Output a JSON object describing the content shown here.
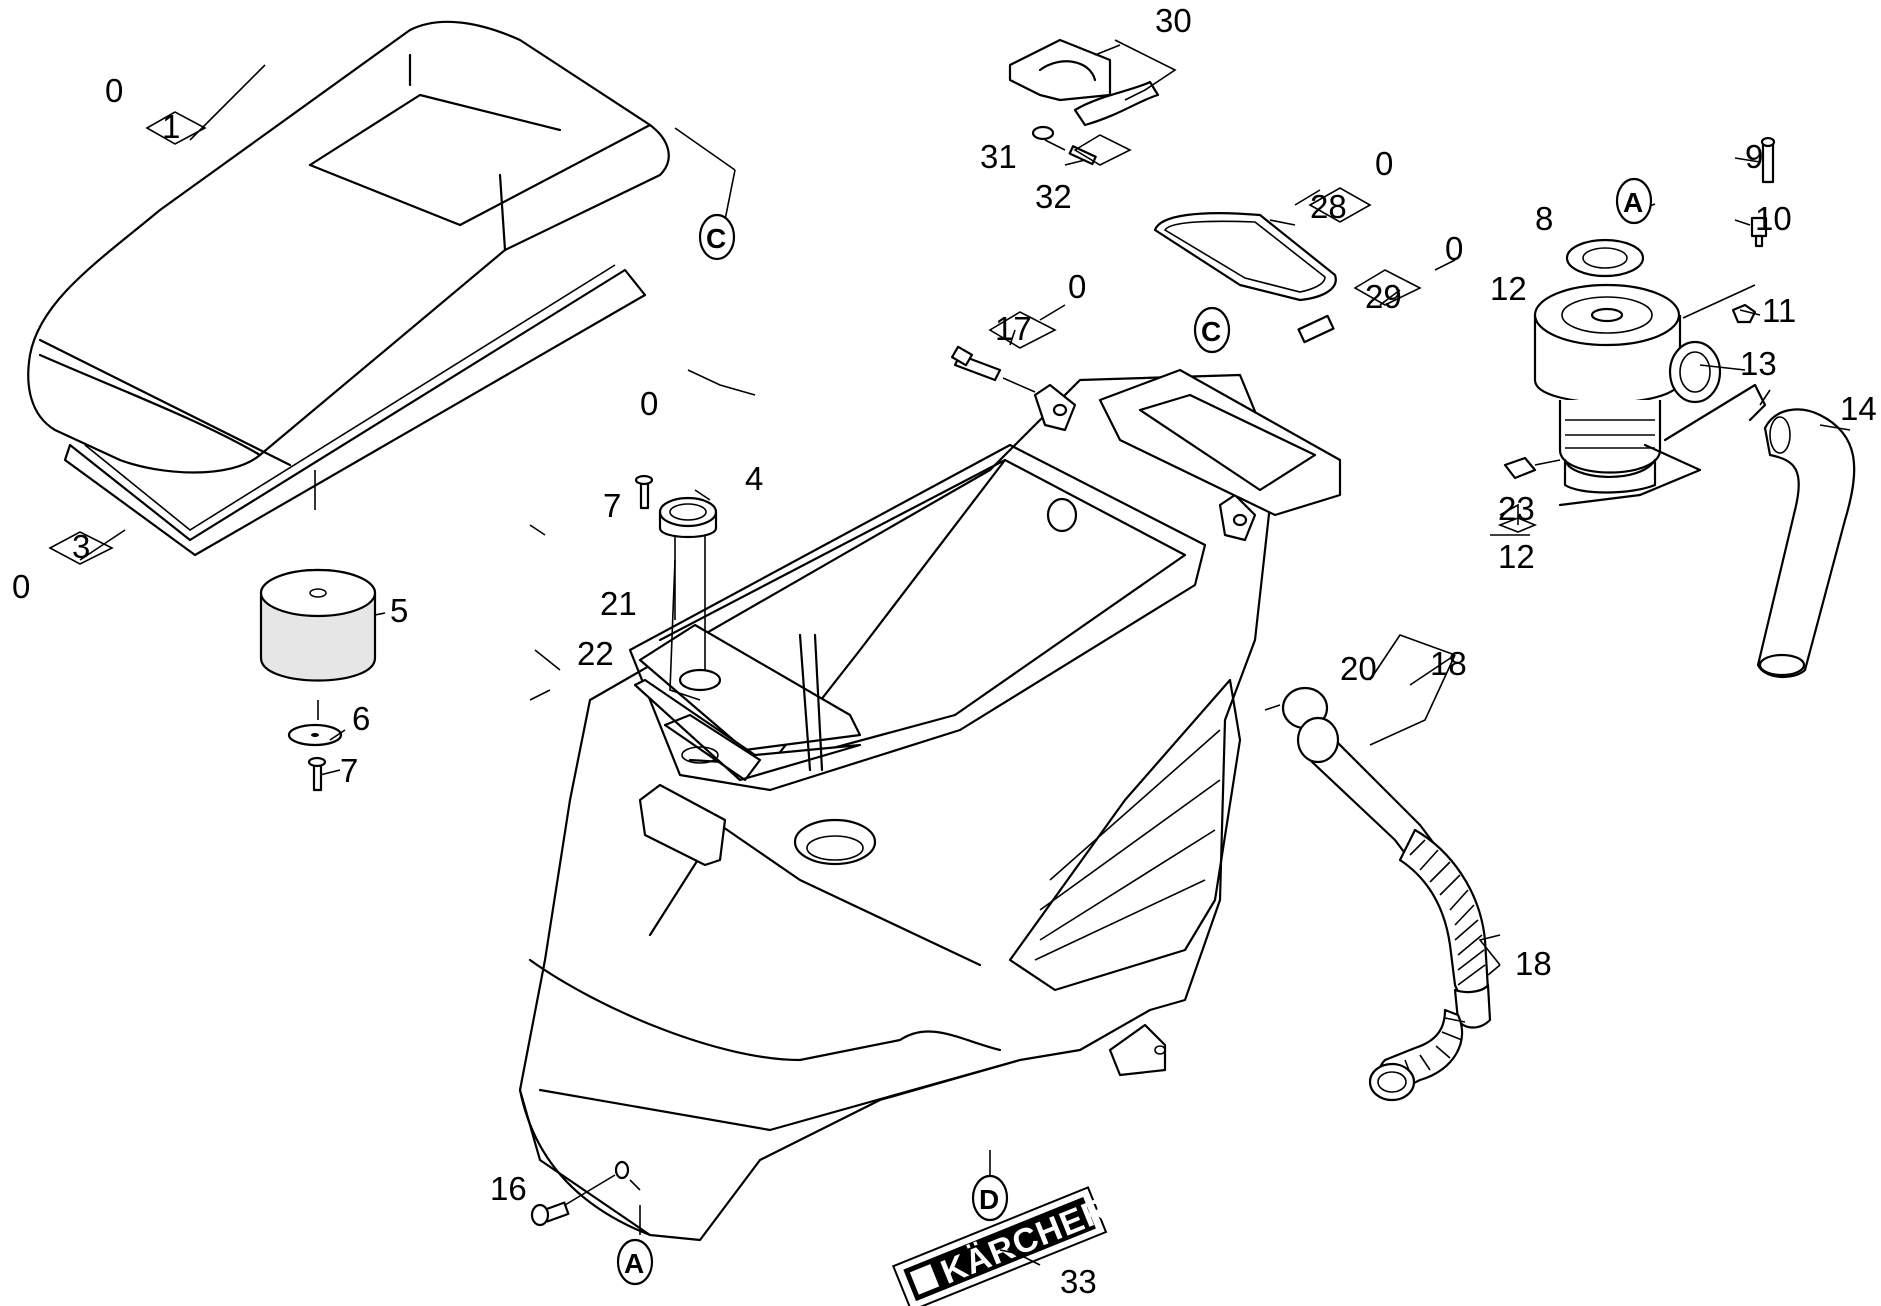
{
  "callouts": {
    "n0_top": "0",
    "n1": "1",
    "n3_left": "0",
    "n3": "3",
    "n5": "5",
    "n6": "6",
    "n7_bottom": "7",
    "n30": "30",
    "n31": "31",
    "n32": "32",
    "n28_zero": "0",
    "n28": "28",
    "n29_zero": "0",
    "n29": "29",
    "n17_zero": "0",
    "n17": "17",
    "n0_tank": "0",
    "n7_mid": "7",
    "n4": "4",
    "n21": "21",
    "n22": "22",
    "n8": "8",
    "n9": "9",
    "n10": "10",
    "n11": "11",
    "n12_top": "12",
    "n13": "13",
    "n14": "14",
    "n23": "23",
    "n12_bottom": "12",
    "n20": "20",
    "n18_top": "18",
    "n18_side": "18",
    "n16": "16",
    "n33": "33"
  },
  "markers": {
    "c_top": "C",
    "c_mid": "C",
    "a_top": "A",
    "a_bottom": "A",
    "d_bottom": "D"
  },
  "logo": {
    "text": "KÄRCHER"
  }
}
